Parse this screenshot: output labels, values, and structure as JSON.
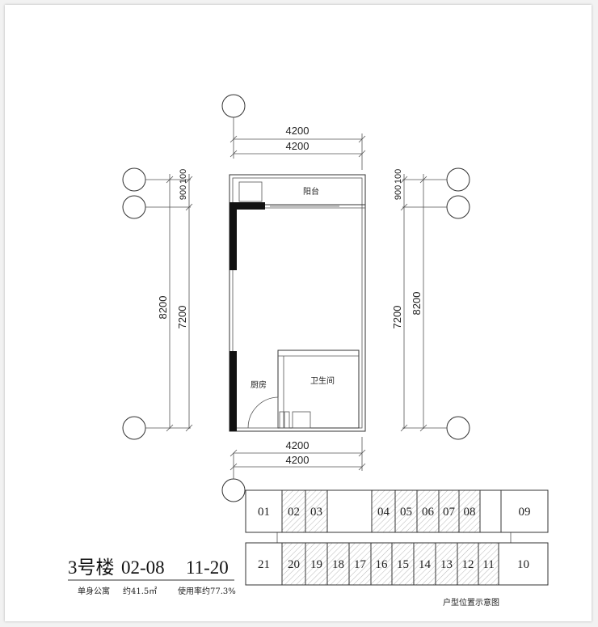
{
  "plan": {
    "dims": {
      "top_upper": "4200",
      "top_lower": "4200",
      "bottom_upper": "4200",
      "bottom_lower": "4200",
      "left_outer": "8200",
      "left_inner": "7200",
      "left_small_a": "100",
      "left_small_b": "900",
      "right_outer": "8200",
      "right_inner": "7200",
      "right_small_a": "100",
      "right_small_b": "900"
    },
    "rooms": {
      "balcony": "阳台",
      "kitchen": "厨房",
      "bathroom": "卫生间"
    }
  },
  "unit_map": {
    "top_row": [
      {
        "label": "01",
        "hatched": false
      },
      {
        "label": "02",
        "hatched": true
      },
      {
        "label": "03",
        "hatched": true
      },
      {
        "label": "",
        "hatched": false
      },
      {
        "label": "04",
        "hatched": true
      },
      {
        "label": "05",
        "hatched": true
      },
      {
        "label": "06",
        "hatched": true
      },
      {
        "label": "07",
        "hatched": true
      },
      {
        "label": "08",
        "hatched": true
      },
      {
        "label": "",
        "hatched": false
      },
      {
        "label": "09",
        "hatched": false
      }
    ],
    "bottom_row": [
      {
        "label": "21",
        "hatched": false
      },
      {
        "label": "20",
        "hatched": true
      },
      {
        "label": "19",
        "hatched": true
      },
      {
        "label": "18",
        "hatched": true
      },
      {
        "label": "17",
        "hatched": true
      },
      {
        "label": "16",
        "hatched": true
      },
      {
        "label": "15",
        "hatched": true
      },
      {
        "label": "14",
        "hatched": true
      },
      {
        "label": "13",
        "hatched": true
      },
      {
        "label": "12",
        "hatched": true
      },
      {
        "label": "11",
        "hatched": true
      },
      {
        "label": "10",
        "hatched": false
      }
    ],
    "caption": "户型位置示意图"
  },
  "info": {
    "building": "3号楼",
    "units": "02-08",
    "floors": "11-20",
    "type": "单身公寓",
    "area": "约41.5㎡",
    "usage": "使用率约77.3%"
  }
}
